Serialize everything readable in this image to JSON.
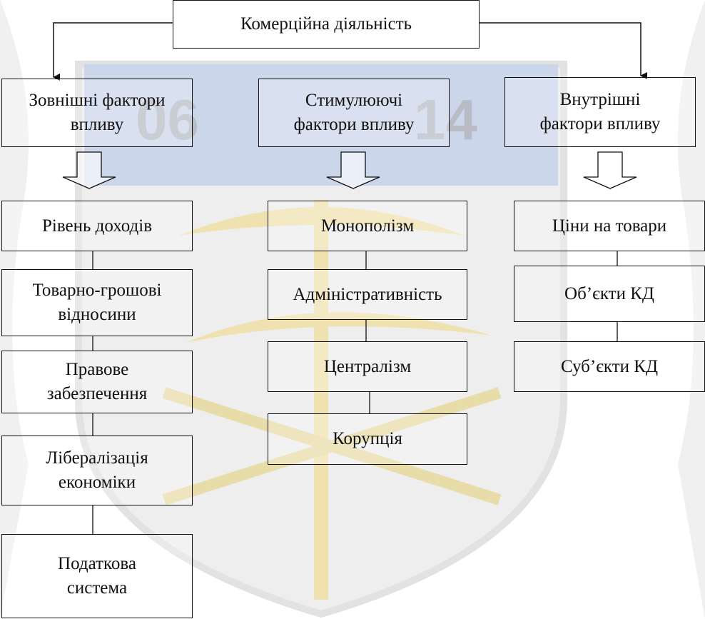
{
  "root": {
    "label": "Комерційна діяльність"
  },
  "groups": [
    {
      "label": "Зовнішні фактори\nвпливу",
      "items": [
        "Рівень доходів",
        "Товарно-грошові\nвідносини",
        "Правове\nзабезпечення",
        "Лібералізація\nекономіки",
        "Податкова\nсистема"
      ]
    },
    {
      "label": "Стимулюючі\nфактори впливу",
      "items": [
        "Монополізм",
        "Адміністративність",
        "Централізм",
        "Корупція"
      ]
    },
    {
      "label": "Внутрішні\nфактори впливу",
      "items": [
        "Ціни на товари",
        "Об’єкти КД",
        "Суб’єкти КД"
      ]
    }
  ],
  "watermark": {
    "numbers": [
      "06",
      "14"
    ]
  },
  "colors": {
    "line": "#111111",
    "watermark_blue": "#c9d3e6",
    "watermark_gold": "#efe2b0",
    "watermark_grey": "#e6e6e6"
  }
}
